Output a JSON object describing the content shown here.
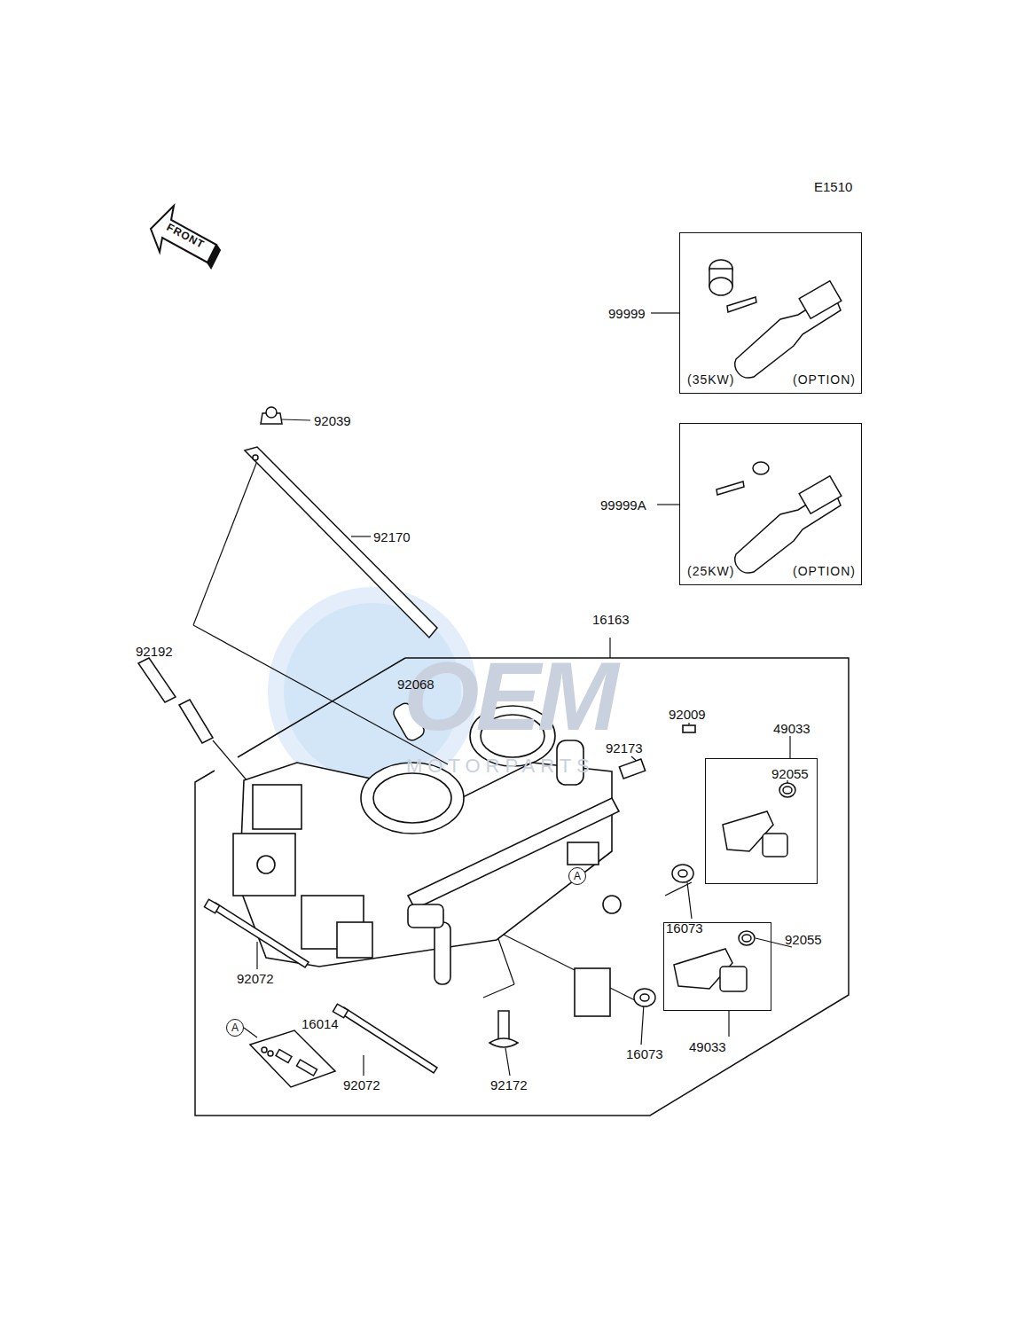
{
  "diagram": {
    "nodes": [
      {
        "text": [
          "16163"
        ]
      },
      {
        "text": [
          "49033",
          "92055"
        ],
        "in": 0
      },
      {
        "text": [
          "92055",
          "49033"
        ],
        "in": 0
      },
      {
        "text": [
          "(35KW)",
          "(OPTION)"
        ]
      },
      {
        "text": [
          "(25KW)",
          "(OPTION)"
        ]
      }
    ],
    "labels": [
      "E1510",
      "FRONT",
      "99999",
      "99999A",
      "92039",
      "92170",
      "92192",
      "92068",
      "92009",
      "92173",
      "92072",
      "92072",
      "A",
      "A",
      "16014",
      "92172",
      "16073",
      "16073",
      "OEM",
      "MOTORPARTS"
    ]
  }
}
